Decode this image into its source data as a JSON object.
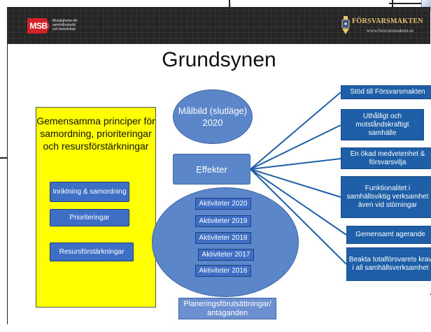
{
  "header": {
    "left_logo": {
      "text": "MSB",
      "subtitle_lines": [
        "Myndigheten för",
        "samhällsskydd",
        "och beredskap"
      ]
    },
    "right_logo": {
      "name": "FÖRSVARSMAKTEN",
      "url": "www.forsvarsmakten.se",
      "icon": "crest-icon"
    }
  },
  "slide": {
    "title": "Grundsynen",
    "principles_panel": {
      "title": "Gemensamma principer för samordning, prioriteringar och resursförstärkningar",
      "buttons": [
        "Inriktning & samordning",
        "Prioriteringar",
        "Resursförstärkningar"
      ]
    },
    "malbild": "Målbild (slutläge) 2020",
    "effekter": "Effekter",
    "aktiviteter": [
      "Aktiviteter 2020",
      "Aktiviteter 2019",
      "Aktiviteter 2018",
      "Aktiviteter 2017",
      "Aktiviteter 2016"
    ],
    "planering": "Planeringsförutsättningar/ antaganden",
    "effects": [
      "Stöd till Försvarsmakten",
      "Uthålligt och motståndskraftigt samhälle",
      "En ökad medvetenhet & försvarsvilja",
      "Funktionalitet i samhällsviktig verksamhet även vid störningar",
      "Gemensamt agerande",
      "Beakta totalförsvarets krav i all samhällsverksamhet"
    ]
  },
  "colors": {
    "header_bg": "#262626",
    "panel_yellow": "#ffff00",
    "ellipse_blue": "#5b86c9",
    "box_blue": "#3f6fc4",
    "effect_blue": "#1f5fa8",
    "msb_red": "#d2232a",
    "fm_gold": "#e5c46a"
  }
}
